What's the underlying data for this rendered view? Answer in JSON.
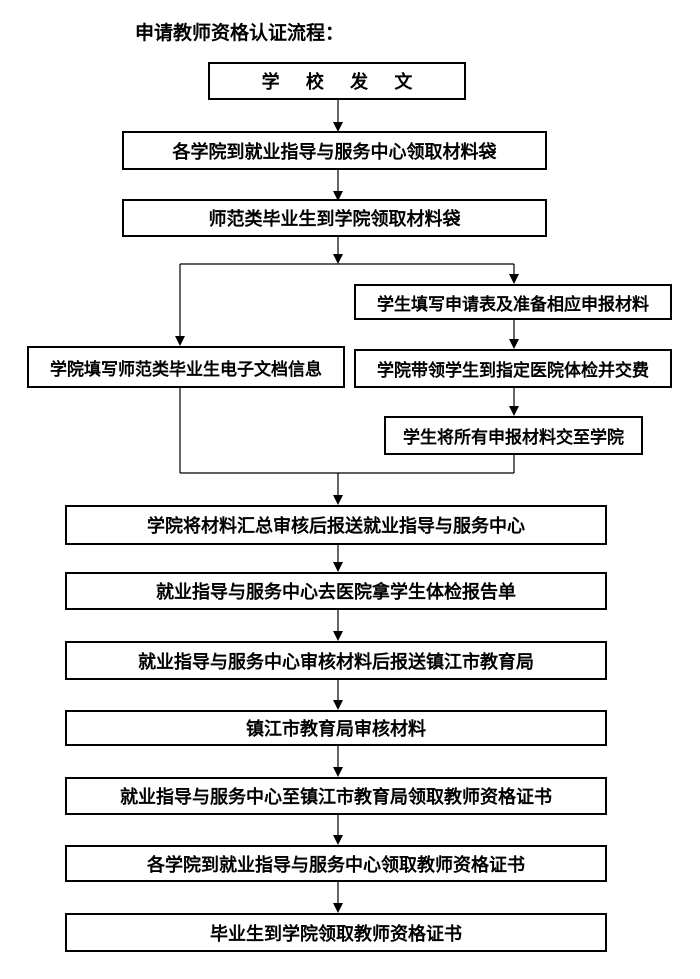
{
  "title": "申请教师资格认证流程：",
  "steps": {
    "s1": "学 校 发 文",
    "s2": "各学院到就业指导与服务中心领取材料袋",
    "s3": "师范类毕业生到学院领取材料袋",
    "s4_left": "学院填写师范类毕业生电子文档信息",
    "s4_right_1": "学生填写申请表及准备相应申报材料",
    "s4_right_2": "学院带领学生到指定医院体检并交费",
    "s4_right_3": "学生将所有申报材料交至学院",
    "s5": "学院将材料汇总审核后报送就业指导与服务中心",
    "s6": "就业指导与服务中心去医院拿学生体检报告单",
    "s7": "就业指导与服务中心审核材料后报送镇江市教育局",
    "s8": "镇江市教育局审核材料",
    "s9": "就业指导与服务中心至镇江市教育局领取教师资格证书",
    "s10": "各学院到就业指导与服务中心领取教师资格证书",
    "s11": "毕业生到学院领取教师资格证书"
  }
}
